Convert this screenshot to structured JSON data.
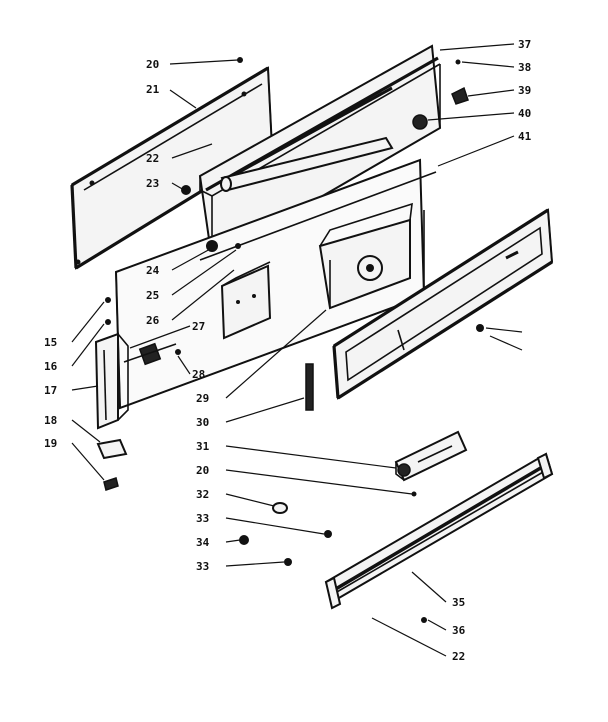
{
  "callouts": [
    "20",
    "21",
    "22",
    "23",
    "24",
    "25",
    "26",
    "15",
    "16",
    "27",
    "17",
    "28",
    "18",
    "19",
    "37",
    "38",
    "39",
    "40",
    "41",
    "29",
    "30",
    "31",
    "20",
    "32",
    "33",
    "34",
    "33",
    "35",
    "36",
    "22"
  ]
}
